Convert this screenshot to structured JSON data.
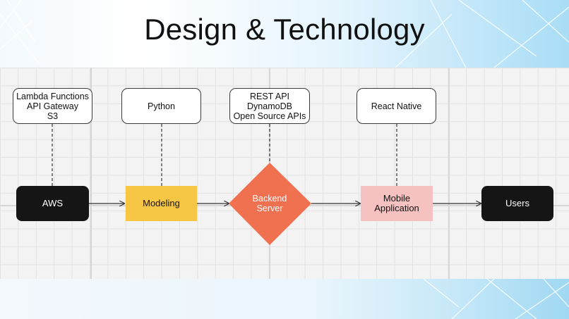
{
  "slide": {
    "title": "Design & Technology"
  },
  "diagram": {
    "tech_boxes": [
      {
        "id": "aws-tech",
        "lines": [
          "Lambda Functions",
          "API Gateway",
          "S3"
        ]
      },
      {
        "id": "modeling-tech",
        "lines": [
          "Python"
        ]
      },
      {
        "id": "backend-tech",
        "lines": [
          "REST API",
          "DynamoDB",
          "Open Source APIs"
        ]
      },
      {
        "id": "mobile-tech",
        "lines": [
          "React Native"
        ]
      }
    ],
    "nodes": [
      {
        "id": "aws",
        "lines": [
          "AWS"
        ],
        "color": "#151515"
      },
      {
        "id": "modeling",
        "lines": [
          "Modeling"
        ],
        "color": "#f7c644"
      },
      {
        "id": "backend",
        "lines": [
          "Backend",
          "Server"
        ],
        "color": "#f07150"
      },
      {
        "id": "mobile",
        "lines": [
          "Mobile",
          "Application"
        ],
        "color": "#f6c1c1"
      },
      {
        "id": "users",
        "lines": [
          "Users"
        ],
        "color": "#151515"
      }
    ]
  }
}
